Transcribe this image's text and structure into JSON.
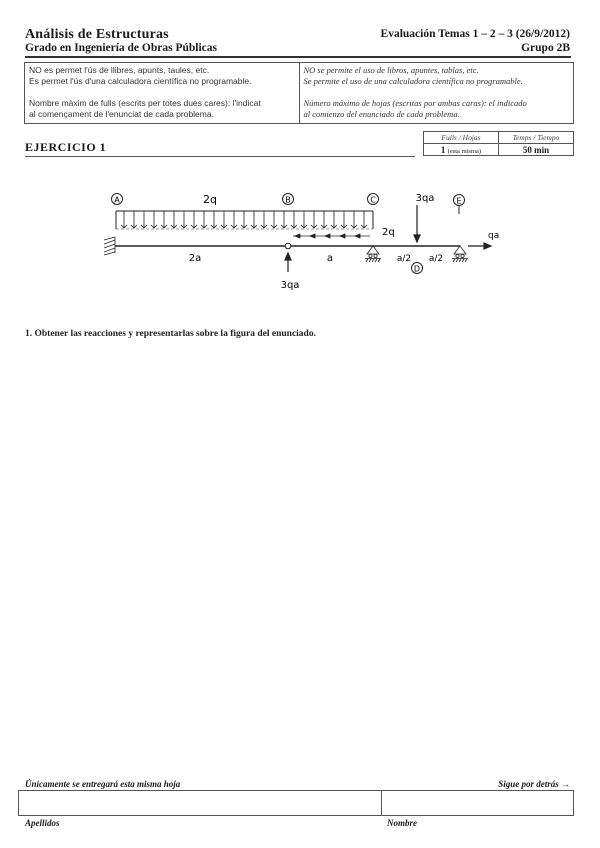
{
  "header": {
    "course_title": "Análisis de Estructuras",
    "degree": "Grado en Ingeniería de Obras Públicas",
    "evaluation": "Evaluación Temas 1 – 2 – 3 (26/9/2012)",
    "group": "Grupo 2B"
  },
  "rules": {
    "catalan": {
      "line1": "NO es permet l'ús de llibres, apunts, taules, etc.",
      "line2": "Es permet l'ús d'una calculadora científica no programable.",
      "line3": "Nombre màxim de fulls (escrits per totes dues cares): l'indicat",
      "line4": "al començament de l'enunciat de cada problema."
    },
    "spanish": {
      "line1": "NO se permite el uso de libros, apuntes, tablas, etc.",
      "line2": "Se permite el uso de una calculadora científica no programable.",
      "line3": "Número máximo de hojas (escritas por ambas caras): el indicado",
      "line4": "al comienzo del enunciado de cada problema."
    }
  },
  "exercise": {
    "title": "EJERCICIO 1",
    "table": {
      "col1_header": "Fulls / Hojas",
      "col2_header": "Temps / Tiempo",
      "col1_value": "1",
      "col1_note": "(esta misma)",
      "col2_value": "50 min"
    }
  },
  "diagram": {
    "nodes": [
      "A",
      "B",
      "C",
      "D",
      "E"
    ],
    "labels": {
      "distributed_load": "2q",
      "axial_load": "2q",
      "point_load_down": "3qa",
      "point_load_up": "3qa",
      "horizontal_load": "qa",
      "span_AB": "2a",
      "span_BC": "a",
      "span_CD": "a/2",
      "span_DE": "a/2"
    }
  },
  "question": "1. Obtener las reacciones y representarlas sobre la figura del enunciado.",
  "footer": {
    "note": "Únicamente se entregará esta misma hoja",
    "next": "Sigue por detrás →",
    "surname_label": "Apellidos",
    "name_label": "Nombre"
  }
}
